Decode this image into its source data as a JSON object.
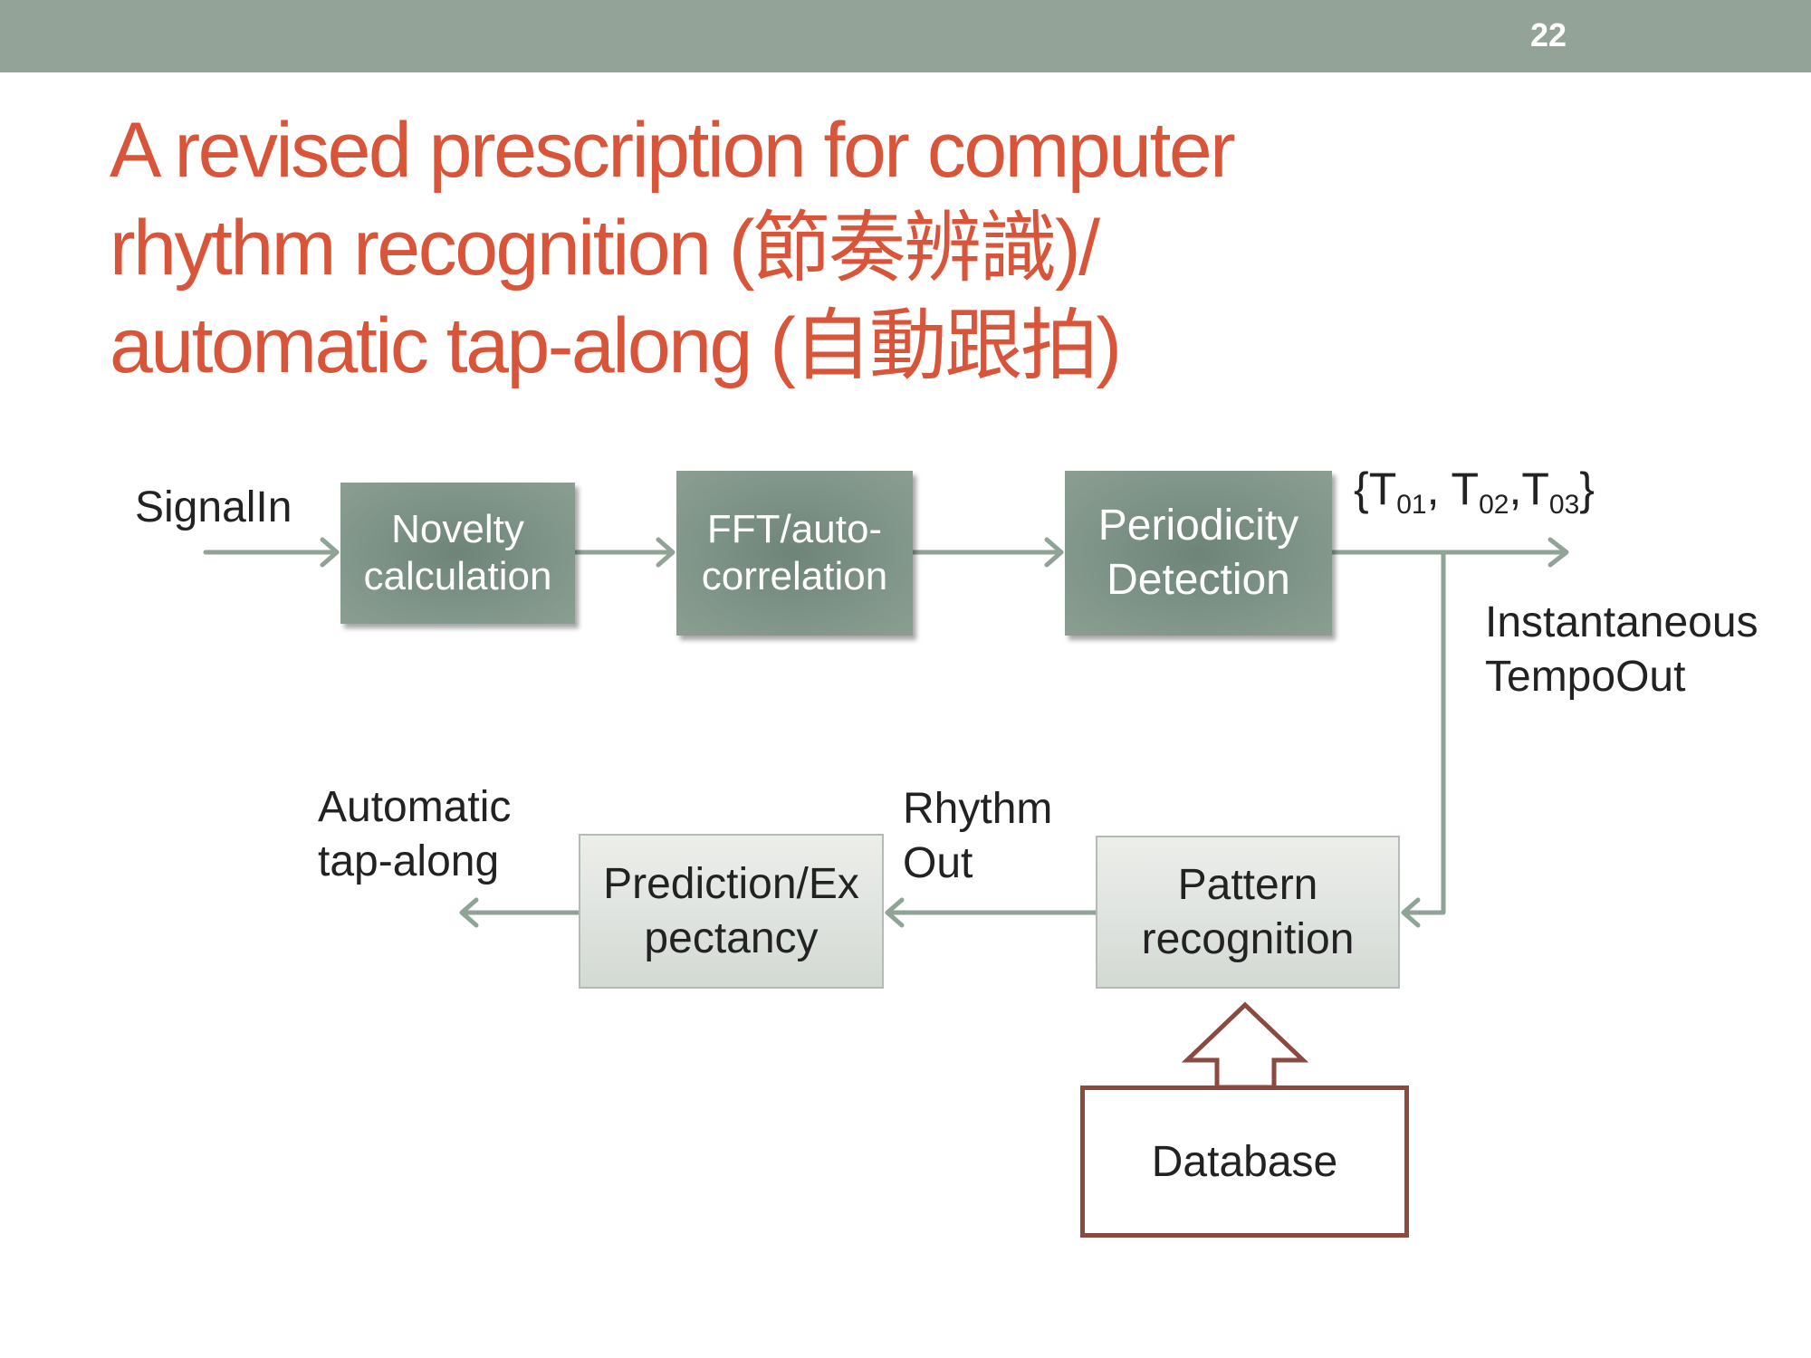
{
  "slide": {
    "page_number": "22",
    "title_lines": [
      "A revised prescription for computer",
      "rhythm recognition (節奏辨識)/",
      "automatic tap-along (自動跟拍)"
    ]
  },
  "diagram": {
    "input_label": "SignalIn",
    "blocks": {
      "novelty": [
        "Novelty",
        "calculation"
      ],
      "fft": [
        "FFT/auto-",
        "correlation"
      ],
      "periodicity": [
        "Periodicity",
        "Detection"
      ],
      "pattern": [
        "Pattern",
        "recognition"
      ],
      "prediction": [
        "Prediction/Ex",
        "pectancy"
      ],
      "database": "Database"
    },
    "tempo_set": {
      "open": "{",
      "items": [
        {
          "base": "T",
          "sub": "01",
          "sep": ", "
        },
        {
          "base": "T",
          "sub": "02",
          "sep": ","
        },
        {
          "base": "T",
          "sub": "03",
          "sep": ""
        }
      ],
      "close": "}"
    },
    "tempo_out_label": [
      "Instantaneous",
      "TempoOut"
    ],
    "rhythm_out_label": [
      "Rhythm",
      "Out"
    ],
    "tap_along_label": [
      "Automatic",
      "tap-along"
    ]
  },
  "colors": {
    "title": "#d9553a",
    "header_bar": "#94a398",
    "connector": "#8fa396",
    "database_border": "#8b4a3f"
  }
}
